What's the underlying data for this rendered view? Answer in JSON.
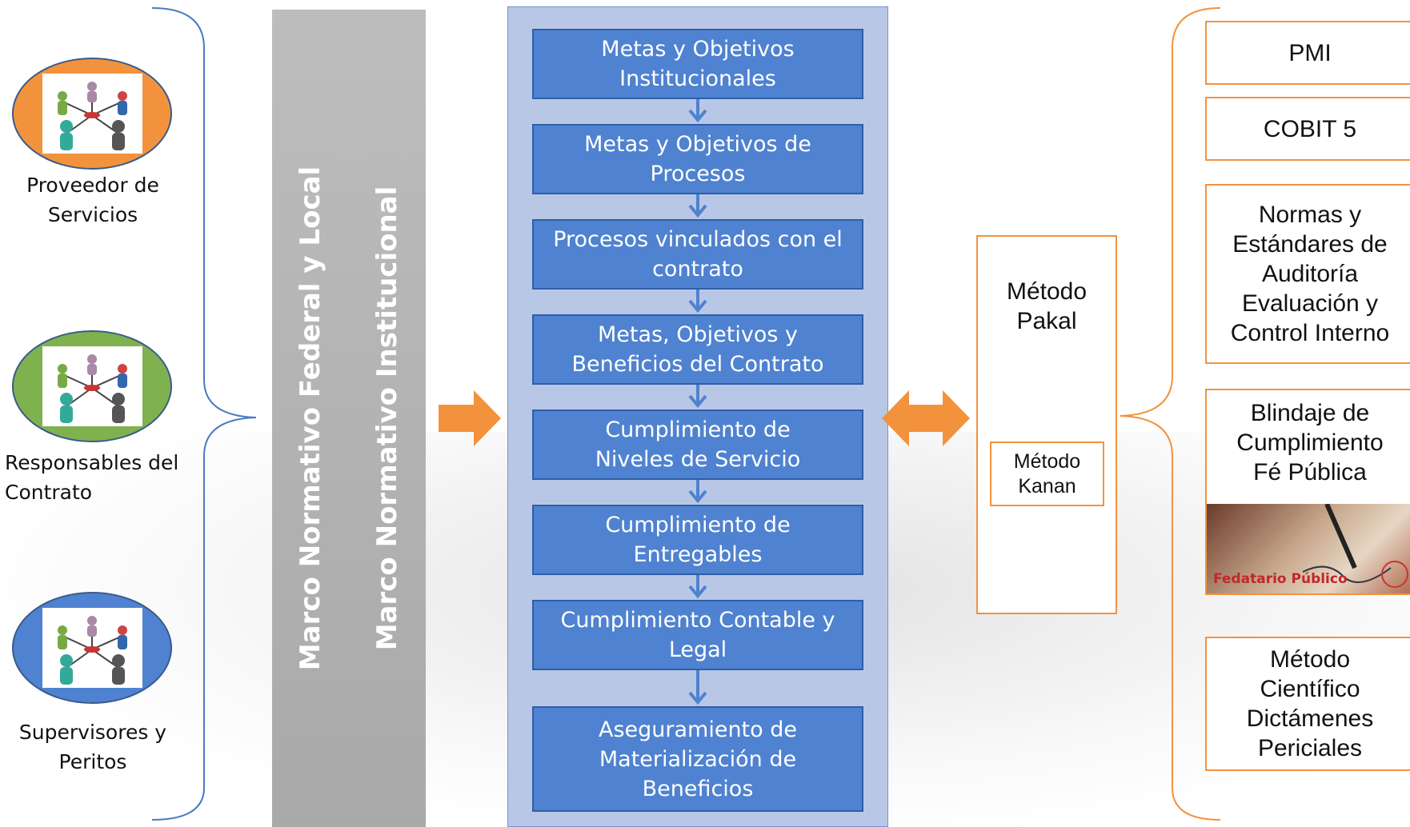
{
  "stakeholders": [
    {
      "label": "Proveedor de\nServicios",
      "color": "#f3923d"
    },
    {
      "label": "Responsables del\nContrato",
      "color": "#7fb24f"
    },
    {
      "label": "Supervisores y\nPeritos",
      "color": "#4f82d0"
    }
  ],
  "frameworks": {
    "federal_local": "Marco Normativo Federal  y Local",
    "institucional": "Marco Normativo Institucional"
  },
  "process_steps": [
    "Metas y Objetivos\nInstitucionales",
    "Metas y Objetivos de\nProcesos",
    "Procesos vinculados con el\ncontrato",
    "Metas, Objetivos y\nBeneficios del Contrato",
    "Cumplimiento de\nNiveles de Servicio",
    "Cumplimiento de\nEntregables",
    "Cumplimiento Contable y\nLegal",
    "Aseguramiento de\nMaterialización de\nBeneficios"
  ],
  "methods": {
    "pakal": "Método\nPakal",
    "kanan": "Método\nKanan"
  },
  "standards": [
    "PMI",
    "COBIT 5",
    "Normas y\nEstándares de\nAuditoría\nEvaluación y\nControl Interno",
    "Blindaje de\nCumplimiento\nFé Pública",
    "Método\nCientífico\nDictámenes\nPericiales"
  ],
  "notary_image_caption": "Fedatario Público",
  "colors": {
    "accent_orange": "#f3923d",
    "step_blue": "#4f82d0",
    "bracket_blue": "#4a7bc4",
    "framework_gray": "#b3b3b3"
  }
}
